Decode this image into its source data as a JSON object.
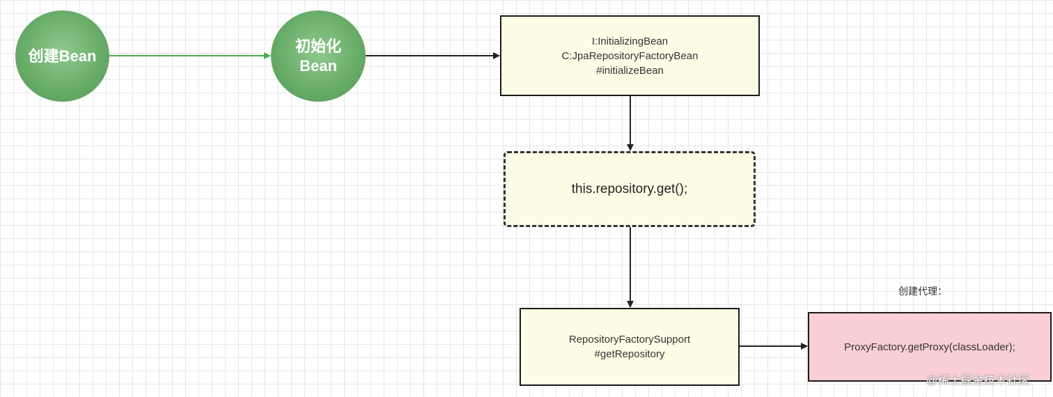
{
  "nodes": {
    "create_bean": {
      "label": "创建Bean"
    },
    "initialize": {
      "line1": "初始化",
      "line2": "Bean"
    },
    "initializing_bean": {
      "lines": [
        "I:InitializingBean",
        "C:JpaRepositoryFactoryBean",
        "#initializeBean"
      ]
    },
    "repository_get": {
      "label": "this.repository.get();"
    },
    "factory_support": {
      "lines": [
        "RepositoryFactorySupport",
        "#getRepository"
      ]
    },
    "proxy_factory": {
      "label": "ProxyFactory.getProxy(classLoader);"
    }
  },
  "captions": {
    "create_proxy": "创建代理："
  },
  "watermark": "@稀土掘金技术社区",
  "colors": {
    "circle_fill": "#6aae6a",
    "green_arrow": "#4caf50",
    "box_fill": "#fdfde6",
    "proxy_fill": "#f9cfd3"
  }
}
